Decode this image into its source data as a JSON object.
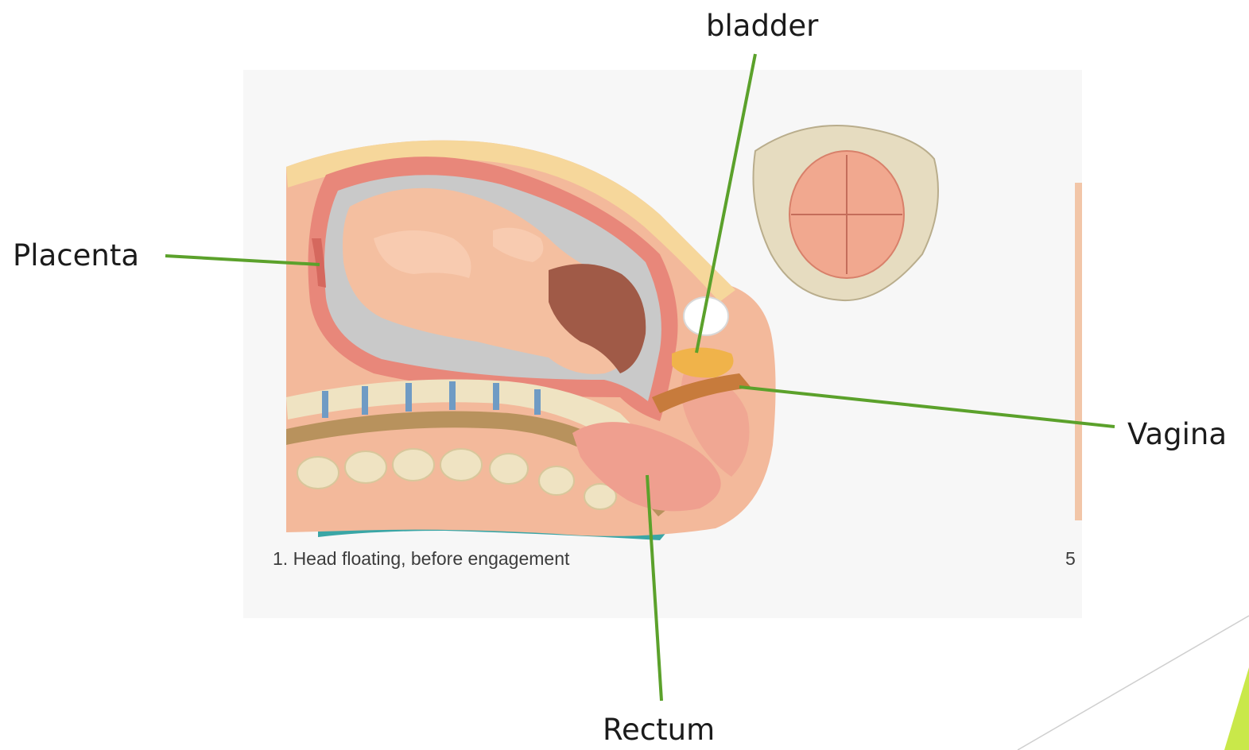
{
  "labels": {
    "bladder": "bladder",
    "placenta": "Placenta",
    "vagina": "Vagina",
    "rectum": "Rectum"
  },
  "figure": {
    "caption": "1. Head floating, before engagement",
    "next_caption_fragment": "5"
  },
  "colors": {
    "leader_line": "#5ba12b",
    "skin": "#f3b99b",
    "fat_layer": "#f6d79b",
    "uterine_wall": "#e8877a",
    "amniotic_fluid": "#c9c9c9",
    "spine_bone": "#efe3c2",
    "disc": "#6f9bc4",
    "bladder_fill": "#f0b34a",
    "table": "#3aa6a6",
    "accent_shape": "#c9e84a"
  }
}
